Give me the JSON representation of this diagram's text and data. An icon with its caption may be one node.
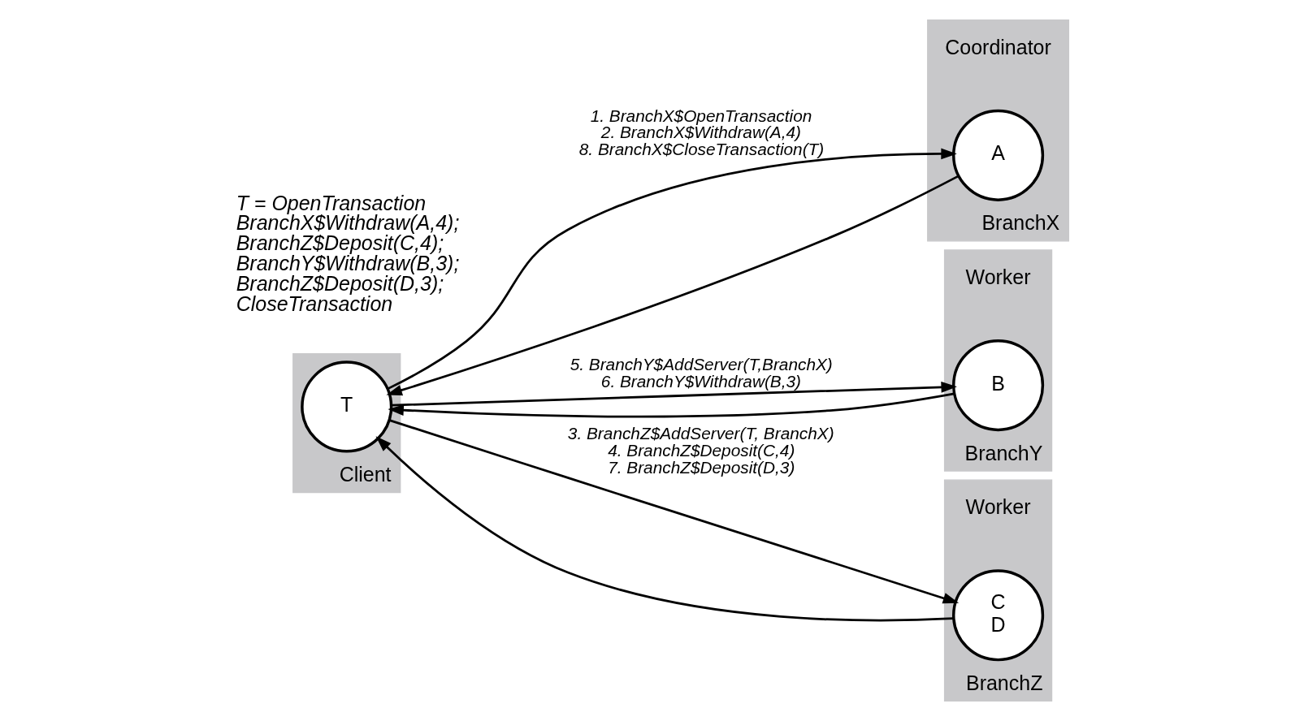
{
  "diagram": {
    "nodes": [
      {
        "text": [
          "Client"
        ]
      },
      {
        "text": [
          "T"
        ],
        "in": 0
      },
      {
        "text": [
          "BranchX"
        ],
        "beside": [
          "Coordinator"
        ]
      },
      {
        "text": [
          "A"
        ],
        "in": 2
      },
      {
        "text": [
          "BranchY"
        ],
        "beside": [
          "Worker"
        ]
      },
      {
        "text": [
          "B"
        ],
        "in": 4
      },
      {
        "text": [
          "BranchZ"
        ],
        "beside": [
          "Worker"
        ]
      },
      {
        "text": [
          "C",
          "D"
        ],
        "in": 6
      }
    ],
    "edges": [
      {
        "from": 1,
        "to": 3,
        "arrow": "to",
        "label": "1. BranchX$OpenTransaction 2. BranchX$Withdraw(A,4) 8. BranchX$CloseTransaction(T)"
      },
      {
        "from": 3,
        "to": 1,
        "arrow": "to"
      },
      {
        "from": 1,
        "to": 5,
        "arrow": "to",
        "label": "5. BranchY$AddServer(T,BranchX) 6. BranchY$Withdraw(B,3)"
      },
      {
        "from": 5,
        "to": 1,
        "arrow": "to"
      },
      {
        "from": 1,
        "to": 7,
        "arrow": "to",
        "label": "3. BranchZ$AddServer(T, BranchX) 4. BranchZ$Deposit(C,4) 7. BranchZ$Deposit(D,3)"
      },
      {
        "from": 7,
        "to": 1,
        "arrow": "to"
      }
    ],
    "labels": [
      "T = OpenTransaction BranchX$Withdraw(A,4); BranchZ$Deposit(C,4); BranchY$Withdraw(B,3); BranchZ$Deposit(D,3); CloseTransaction"
    ]
  }
}
